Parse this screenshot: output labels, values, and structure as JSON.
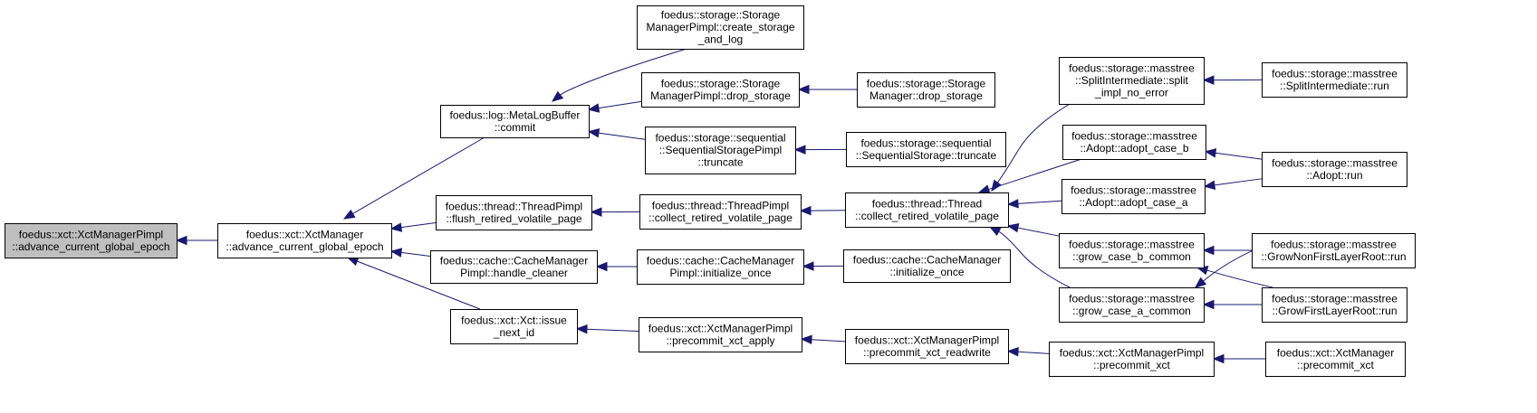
{
  "graph": {
    "direction": "right-to-left",
    "edge_color": "#191970",
    "root_fill": "#bfbfbf",
    "nodes": [
      {
        "id": "root",
        "lines": [
          "foedus::xct::XctManagerPimpl",
          "::advance_current_global_epoch"
        ],
        "highlighted": true
      },
      {
        "id": "xm_adv",
        "lines": [
          "foedus::xct::XctManager",
          "::advance_current_global_epoch"
        ]
      },
      {
        "id": "meta",
        "lines": [
          "foedus::log::MetaLogBuffer",
          "::commit"
        ]
      },
      {
        "id": "flush",
        "lines": [
          "foedus::thread::ThreadPimpl",
          "::flush_retired_volatile_page"
        ]
      },
      {
        "id": "handle",
        "lines": [
          "foedus::cache::CacheManager",
          "Pimpl::handle_cleaner"
        ]
      },
      {
        "id": "issue",
        "lines": [
          "foedus::xct::Xct::issue",
          "_next_id"
        ]
      },
      {
        "id": "create",
        "lines": [
          "foedus::storage::Storage",
          "ManagerPimpl::create_storage",
          "_and_log"
        ]
      },
      {
        "id": "dropp",
        "lines": [
          "foedus::storage::Storage",
          "ManagerPimpl::drop_storage"
        ]
      },
      {
        "id": "seqp",
        "lines": [
          "foedus::storage::sequential",
          "::SequentialStoragePimpl",
          "::truncate"
        ]
      },
      {
        "id": "collp",
        "lines": [
          "foedus::thread::ThreadPimpl",
          "::collect_retired_volatile_page"
        ]
      },
      {
        "id": "initp",
        "lines": [
          "foedus::cache::CacheManager",
          "Pimpl::initialize_once"
        ]
      },
      {
        "id": "apply",
        "lines": [
          "foedus::xct::XctManagerPimpl",
          "::precommit_xct_apply"
        ]
      },
      {
        "id": "drop",
        "lines": [
          "foedus::storage::Storage",
          "Manager::drop_storage"
        ]
      },
      {
        "id": "seq",
        "lines": [
          "foedus::storage::sequential",
          "::SequentialStorage::truncate"
        ]
      },
      {
        "id": "coll",
        "lines": [
          "foedus::thread::Thread",
          "::collect_retired_volatile_page"
        ]
      },
      {
        "id": "init",
        "lines": [
          "foedus::cache::CacheManager",
          "::initialize_once"
        ]
      },
      {
        "id": "rw",
        "lines": [
          "foedus::xct::XctManagerPimpl",
          "::precommit_xct_readwrite"
        ]
      },
      {
        "id": "split",
        "lines": [
          "foedus::storage::masstree",
          "::SplitIntermediate::split",
          "_impl_no_error"
        ]
      },
      {
        "id": "adb",
        "lines": [
          "foedus::storage::masstree",
          "::Adopt::adopt_case_b"
        ]
      },
      {
        "id": "ada",
        "lines": [
          "foedus::storage::masstree",
          "::Adopt::adopt_case_a"
        ]
      },
      {
        "id": "gbc",
        "lines": [
          "foedus::storage::masstree",
          "::grow_case_b_common"
        ]
      },
      {
        "id": "gac",
        "lines": [
          "foedus::storage::masstree",
          "::grow_case_a_common"
        ]
      },
      {
        "id": "pxct",
        "lines": [
          "foedus::xct::XctManagerPimpl",
          "::precommit_xct"
        ]
      },
      {
        "id": "splitrun",
        "lines": [
          "foedus::storage::masstree",
          "::SplitIntermediate::run"
        ]
      },
      {
        "id": "adoptrun",
        "lines": [
          "foedus::storage::masstree",
          "::Adopt::run"
        ]
      },
      {
        "id": "gnf",
        "lines": [
          "foedus::storage::masstree",
          "::GrowNonFirstLayerRoot::run"
        ]
      },
      {
        "id": "gf",
        "lines": [
          "foedus::storage::masstree",
          "::GrowFirstLayerRoot::run"
        ]
      },
      {
        "id": "xmp",
        "lines": [
          "foedus::xct::XctManager",
          "::precommit_xct"
        ]
      }
    ],
    "edges": [
      {
        "from": "xm_adv",
        "to": "root"
      },
      {
        "from": "meta",
        "to": "xm_adv"
      },
      {
        "from": "flush",
        "to": "xm_adv"
      },
      {
        "from": "handle",
        "to": "xm_adv"
      },
      {
        "from": "issue",
        "to": "xm_adv"
      },
      {
        "from": "create",
        "to": "meta"
      },
      {
        "from": "dropp",
        "to": "meta"
      },
      {
        "from": "seqp",
        "to": "meta"
      },
      {
        "from": "collp",
        "to": "flush"
      },
      {
        "from": "initp",
        "to": "handle"
      },
      {
        "from": "apply",
        "to": "issue"
      },
      {
        "from": "drop",
        "to": "dropp"
      },
      {
        "from": "seq",
        "to": "seqp"
      },
      {
        "from": "coll",
        "to": "collp"
      },
      {
        "from": "init",
        "to": "initp"
      },
      {
        "from": "rw",
        "to": "apply"
      },
      {
        "from": "split",
        "to": "coll"
      },
      {
        "from": "adb",
        "to": "coll"
      },
      {
        "from": "ada",
        "to": "coll"
      },
      {
        "from": "gbc",
        "to": "coll"
      },
      {
        "from": "gac",
        "to": "coll"
      },
      {
        "from": "pxct",
        "to": "rw"
      },
      {
        "from": "splitrun",
        "to": "split"
      },
      {
        "from": "adoptrun",
        "to": "adb"
      },
      {
        "from": "adoptrun",
        "to": "ada"
      },
      {
        "from": "gnf",
        "to": "gbc"
      },
      {
        "from": "gf",
        "to": "gbc"
      },
      {
        "from": "gnf",
        "to": "gac"
      },
      {
        "from": "gf",
        "to": "gac"
      },
      {
        "from": "xmp",
        "to": "pxct"
      }
    ]
  }
}
